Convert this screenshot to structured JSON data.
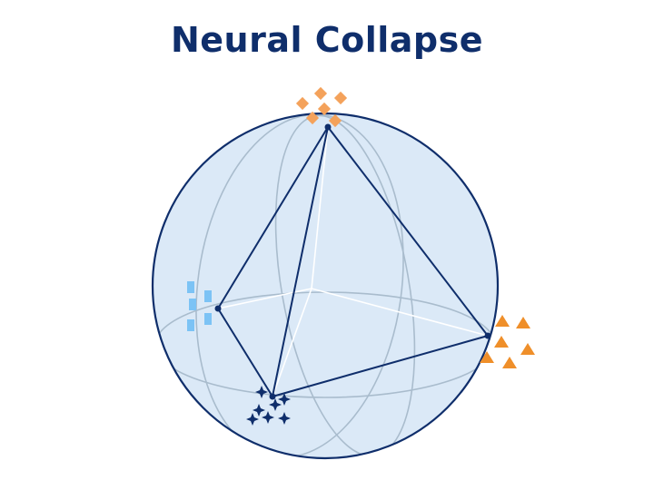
{
  "title": "Neural Collapse",
  "colors": {
    "title": "#0f2e6b",
    "sphere_fill": "#dbe9f7",
    "sphere_outline": "#0f2e6b",
    "grid_lines": "#a9bccd",
    "inner_lines": "#ffffff",
    "simplex_edges": "#0f2e6b",
    "class_diamonds": "#f4a25b",
    "class_rectangles": "#7cc3f5",
    "class_stars": "#0f2e6b",
    "class_triangles": "#ef8f2a"
  },
  "clusters": [
    {
      "name": "diamond-cluster",
      "shape": "diamond",
      "color_key": "class_diamonds"
    },
    {
      "name": "rectangle-cluster",
      "shape": "rectangle",
      "color_key": "class_rectangles"
    },
    {
      "name": "star-cluster",
      "shape": "star",
      "color_key": "class_stars"
    },
    {
      "name": "triangle-cluster",
      "shape": "triangle",
      "color_key": "class_triangles"
    }
  ]
}
